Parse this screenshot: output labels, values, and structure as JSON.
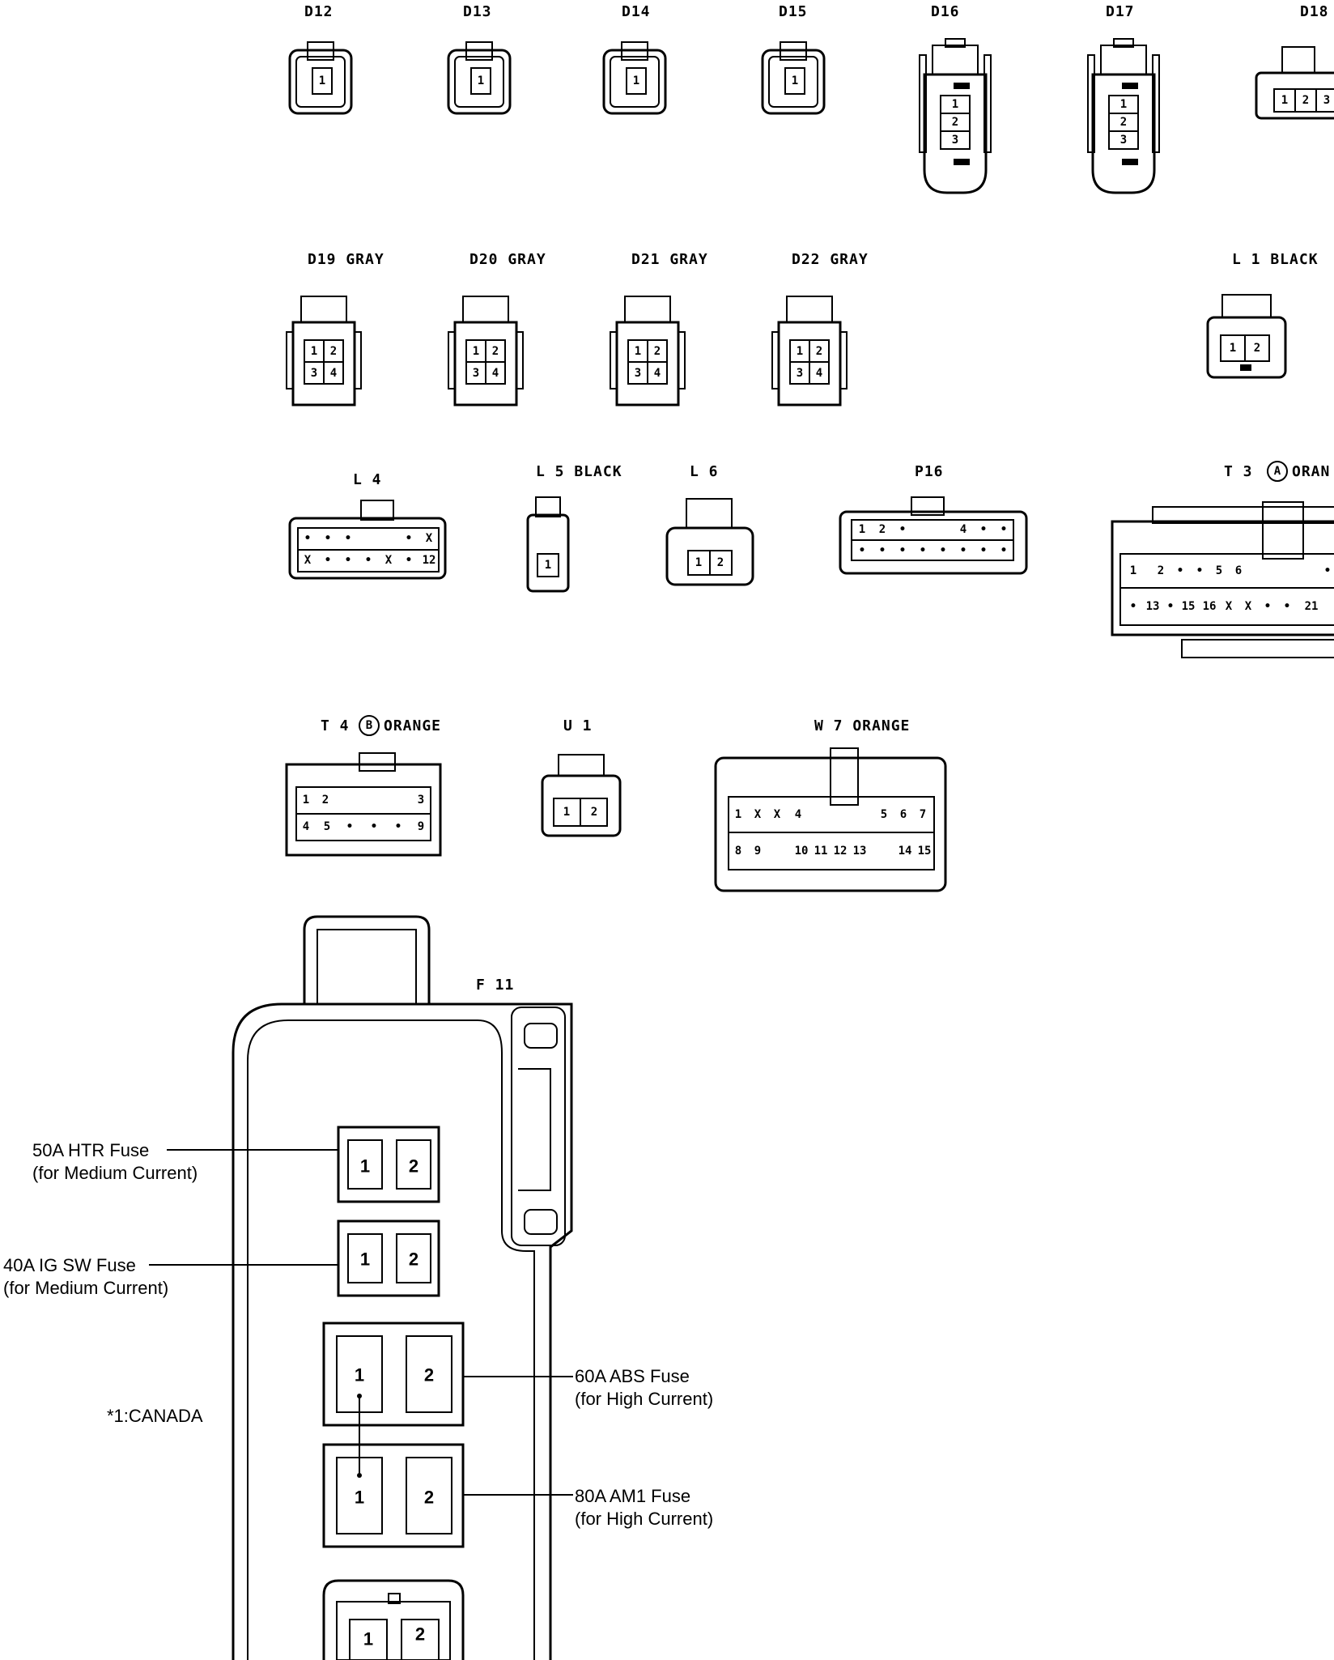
{
  "connectors": {
    "d12": {
      "label": "D12",
      "pins": [
        "1"
      ]
    },
    "d13": {
      "label": "D13",
      "pins": [
        "1"
      ]
    },
    "d14": {
      "label": "D14",
      "pins": [
        "1"
      ]
    },
    "d15": {
      "label": "D15",
      "pins": [
        "1"
      ]
    },
    "d16": {
      "label": "D16",
      "pins": [
        "1",
        "2",
        "3"
      ]
    },
    "d17": {
      "label": "D17",
      "pins": [
        "1",
        "2",
        "3"
      ]
    },
    "d18": {
      "label": "D18",
      "pins": [
        "1",
        "2",
        "3"
      ]
    },
    "d19": {
      "label": "D19 GRAY",
      "pins": [
        "1",
        "2",
        "3",
        "4"
      ]
    },
    "d20": {
      "label": "D20 GRAY",
      "pins": [
        "1",
        "2",
        "3",
        "4"
      ]
    },
    "d21": {
      "label": "D21 GRAY",
      "pins": [
        "1",
        "2",
        "3",
        "4"
      ]
    },
    "d22": {
      "label": "D22 GRAY",
      "pins": [
        "1",
        "2",
        "3",
        "4"
      ]
    },
    "l1": {
      "label": "L 1 BLACK",
      "pins": [
        "1",
        "2"
      ]
    },
    "l4": {
      "label": "L 4",
      "row1": [
        "•",
        "•",
        "•",
        "•",
        "X"
      ],
      "row2": [
        "X",
        "•",
        "•",
        "•",
        "X",
        "•",
        "12"
      ]
    },
    "l5": {
      "label": "L 5 BLACK",
      "pins": [
        "1"
      ]
    },
    "l6": {
      "label": "L 6",
      "pins": [
        "1",
        "2"
      ]
    },
    "p16": {
      "label": "P16",
      "row1": [
        "1",
        "2",
        "•",
        "4",
        "•",
        "•"
      ],
      "row2": [
        "•",
        "•",
        "•",
        "•",
        "•",
        "•",
        "•",
        "•"
      ]
    },
    "t3": {
      "label_prefix": "T 3",
      "circle": "A",
      "label_suffix": "ORAN",
      "row1": [
        "1",
        "2",
        "•",
        "•",
        "5",
        "6",
        "•"
      ],
      "row2": [
        "•",
        "13",
        "•",
        "15",
        "16",
        "X",
        "X",
        "•",
        "•",
        "21"
      ]
    },
    "t4": {
      "label_prefix": "T 4",
      "circle": "B",
      "label_suffix": "ORANGE",
      "row1": [
        "1",
        "2",
        "3"
      ],
      "row2": [
        "4",
        "5",
        "•",
        "•",
        "•",
        "9"
      ]
    },
    "u1": {
      "label": "U 1",
      "pins": [
        "1",
        "2"
      ]
    },
    "w7": {
      "label": "W 7 ORANGE",
      "row1": [
        "1",
        "X",
        "X",
        "4",
        "5",
        "6",
        "7"
      ],
      "row2": [
        "8",
        "9",
        "10",
        "11",
        "12",
        "13",
        "14",
        "15"
      ]
    }
  },
  "fuse_block": {
    "label": "F 11",
    "fuses": [
      {
        "name": "50A HTR Fuse",
        "sub": "(for Medium Current)",
        "pins": [
          "1",
          "2"
        ]
      },
      {
        "name": "40A IG SW Fuse",
        "sub": "(for Medium Current)",
        "pins": [
          "1",
          "2"
        ]
      },
      {
        "name": "60A ABS Fuse",
        "sub": "(for High Current)",
        "pins": [
          "1",
          "2"
        ]
      },
      {
        "name": "80A AM1 Fuse",
        "sub": "(for High Current)",
        "pins": [
          "1",
          "2"
        ]
      },
      {
        "name": "",
        "sub": "",
        "pins": [
          "1",
          "2"
        ]
      }
    ],
    "note": "*1:CANADA"
  }
}
